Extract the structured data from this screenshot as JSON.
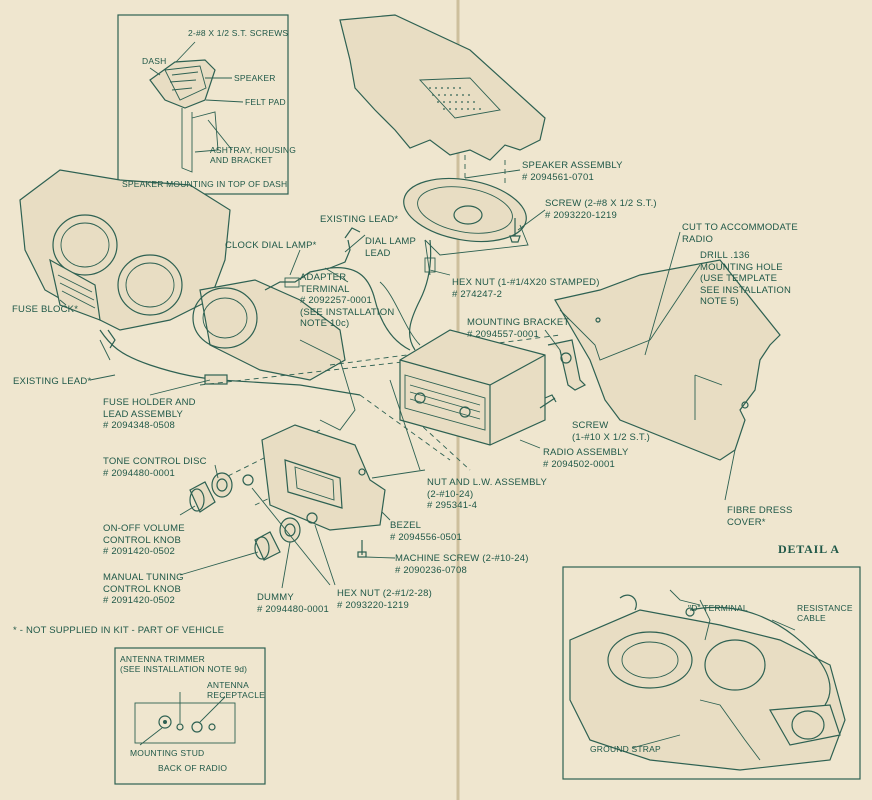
{
  "speaker_inset": {
    "screws": "2-#8 X 1/2 S.T. SCREWS",
    "dash": "DASH",
    "speaker": "SPEAKER",
    "felt_pad": "FELT PAD",
    "ashtray": "ASHTRAY, HOUSING\nAND BRACKET",
    "caption": "SPEAKER MOUNTING IN TOP OF DASH"
  },
  "labels": {
    "speaker_assembly": "SPEAKER ASSEMBLY\n# 2094561-0701",
    "screw_top": "SCREW (2-#8 X 1/2 S.T.)\n# 2093220-1219",
    "cut": "CUT TO ACCOMMODATE\nRADIO",
    "drill": "DRILL .136\nMOUNTING HOLE\n(USE TEMPLATE\nSEE INSTALLATION\nNOTE 5)",
    "existing_lead_top": "EXISTING LEAD",
    "clock_dial_lamp": "CLOCK DIAL LAMP",
    "dial_lamp_lead": "DIAL LAMP\nLEAD",
    "adapter_terminal": "ADAPTER\nTERMINAL\n# 2092257-0001\n(SEE INSTALLATION\nNOTE 10c)",
    "hex_nut_top": "HEX NUT (1-#1/4X20 STAMPED)\n# 274247-2",
    "mounting_bracket": "MOUNTING BRACKET\n# 2094557-0001",
    "fuse_block": "FUSE BLOCK",
    "existing_lead_left": "EXISTING LEAD",
    "fuse_holder": "FUSE HOLDER AND\nLEAD ASSEMBLY\n# 2094348-0508",
    "screw_right": "SCREW\n(1-#10 X 1/2 S.T.)",
    "radio_assembly": "RADIO ASSEMBLY\n# 2094502-0001",
    "tone_control": "TONE CONTROL DISC\n# 2094480-0001",
    "nut_lw": "NUT AND L.W. ASSEMBLY\n(2-#10-24)\n# 295341-4",
    "fibre_dress": "FIBRE DRESS\nCOVER",
    "on_off": "ON-OFF VOLUME\nCONTROL KNOB\n# 2091420-0502",
    "bezel": "BEZEL\n# 2094556-0501",
    "machine_screw": "MACHINE SCREW (2-#10-24)\n# 2090236-0708",
    "manual_tuning": "MANUAL TUNING\nCONTROL KNOB\n# 2091420-0502",
    "dummy": "DUMMY\n# 2094480-0001",
    "hex_nut_bottom": "HEX NUT (2-#1/2-28)\n# 2093220-1219",
    "footnote": "- NOT SUPPLIED IN KIT - PART OF VEHICLE",
    "star": "*"
  },
  "antenna_inset": {
    "trimmer": "ANTENNA TRIMMER\n(SEE INSTALLATION NOTE 9d)",
    "receptacle": "ANTENNA\nRECEPTACLE",
    "stud": "MOUNTING STUD",
    "back": "BACK OF RADIO"
  },
  "detail_a": {
    "title": "DETAIL A",
    "d_terminal": "\"D\" TERMINAL",
    "resistance": "RESISTANCE\nCABLE",
    "ground": "GROUND STRAP"
  }
}
